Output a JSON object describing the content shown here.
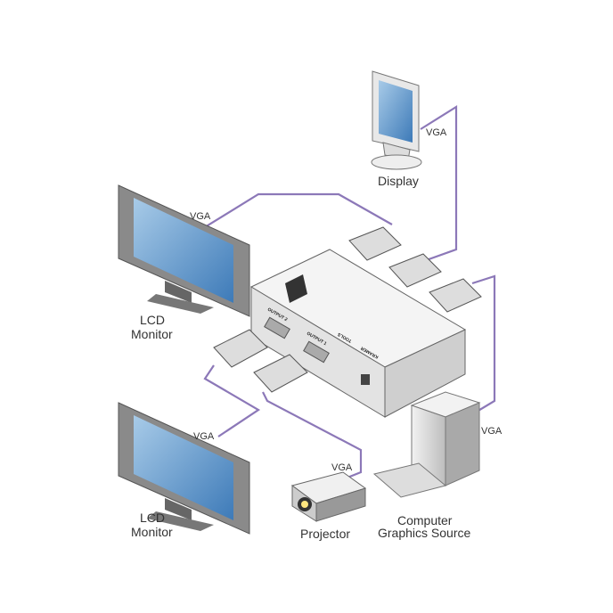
{
  "colors": {
    "cable": "#8c78b8",
    "screen": "#5f96c8",
    "device": "#e6e6e6",
    "outline": "#555555"
  },
  "labels": {
    "display_vga": "VGA",
    "display": "Display",
    "lcd_top_vga": "VGA",
    "lcd_top_1": "LCD",
    "lcd_top_2": "Monitor",
    "lcd_bottom_vga": "VGA",
    "lcd_bottom_1": "LCD",
    "lcd_bottom_2": "Monitor",
    "projector_vga": "VGA",
    "projector": "Projector",
    "computer_vga": "VGA",
    "computer_1": "Computer",
    "computer_2": "Graphics Source"
  },
  "device": {
    "brand": "KRAMER",
    "model": "TOOLS",
    "output1": "OUTPUT 1",
    "output2": "OUTPUT 2"
  }
}
